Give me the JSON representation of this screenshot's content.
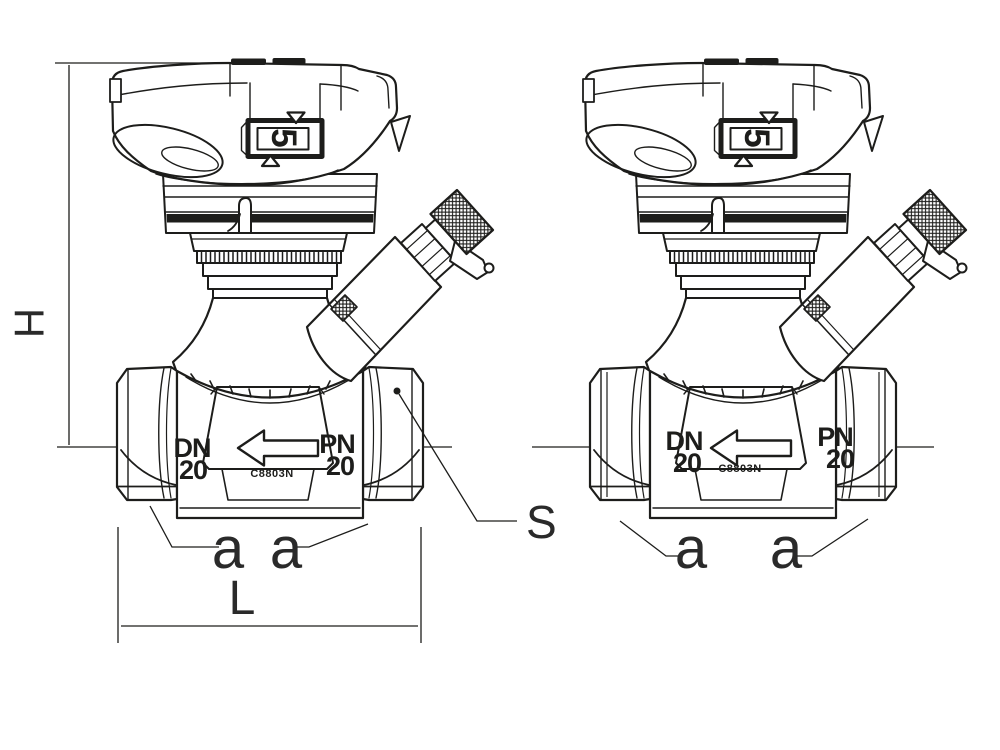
{
  "drawing": {
    "description": "Technical line drawing of two balancing valves with handwheel, measuring port and dimension callouts",
    "valve_markings": {
      "display_value": "5",
      "dn_label": "DN",
      "dn_size": "20",
      "pn_label": "PN",
      "pn_size": "20",
      "product_code": "C8803N"
    },
    "dimension_labels": {
      "height": "H",
      "length": "L",
      "end_fitting": "a",
      "surface_point": "S"
    },
    "colors": {
      "line": "#1d1d1b",
      "background": "#ffffff"
    }
  }
}
